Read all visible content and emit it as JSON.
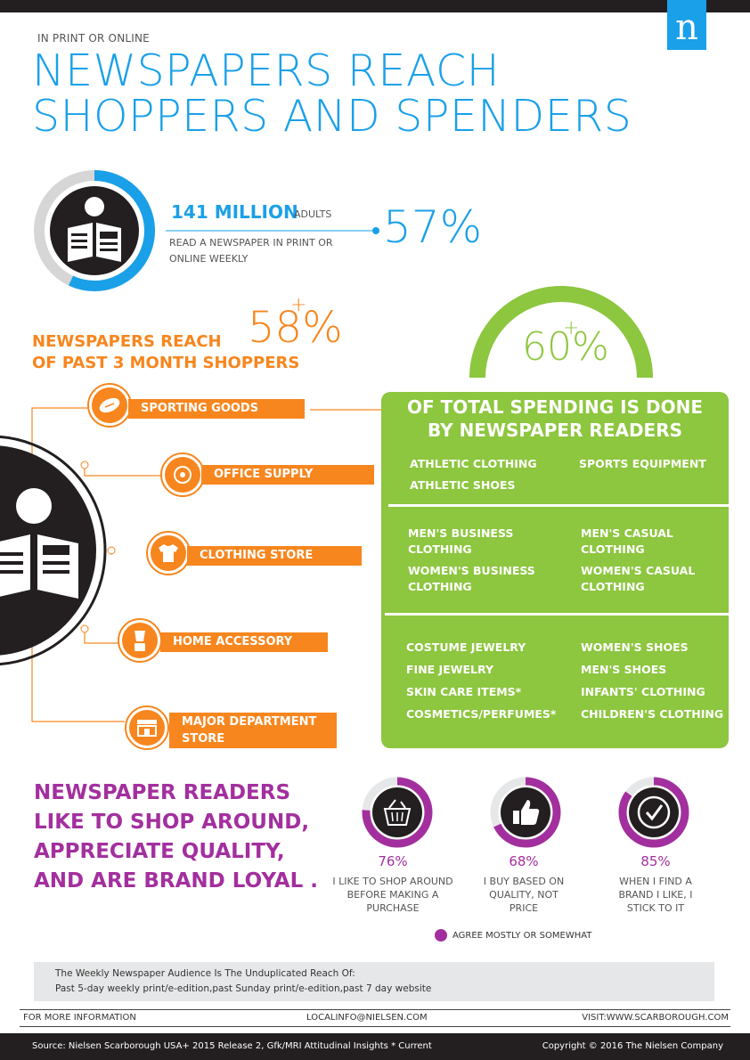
{
  "logo": "n",
  "header": {
    "eyebrow": "IN PRINT OR ONLINE",
    "title_line1": "NEWSPAPERS REACH",
    "title_line2": "SHOPPERS AND SPENDERS"
  },
  "reach": {
    "adults_number": "141 MILLION",
    "adults_label": "ADULTS",
    "description": "READ A NEWSPAPER IN PRINT OR ONLINE WEEKLY",
    "percent": "57%",
    "percent_value": 57
  },
  "shoppers": {
    "heading_part1": "NEWSPAPERS REACH",
    "heading_part2": "OF PAST 3 MONTH SHOPPERS",
    "percent": "58%",
    "plus": "+",
    "categories": [
      {
        "label": "SPORTING  GOODS",
        "icon": "football-icon"
      },
      {
        "label": "OFFICE SUPPLY",
        "icon": "target-icon"
      },
      {
        "label": "CLOTHING STORE",
        "icon": "tshirt-icon"
      },
      {
        "label": "HOME ACCESSORY",
        "icon": "blender-icon"
      },
      {
        "label": "MAJOR DEPARTMENT STORE",
        "icon": "storefront-icon"
      }
    ]
  },
  "spending": {
    "percent": "60%",
    "plus": "+",
    "percent_value": 60,
    "heading_line1": "OF TOTAL SPENDING IS DONE",
    "heading_line2": "BY NEWSPAPER READERS",
    "group1": {
      "left": [
        "ATHLETIC CLOTHING",
        "ATHLETIC SHOES"
      ],
      "right": [
        "SPORTS EQUIPMENT"
      ]
    },
    "group2": {
      "left": [
        "MEN'S BUSINESS CLOTHING",
        "WOMEN'S BUSINESS CLOTHING"
      ],
      "right": [
        "MEN'S CASUAL CLOTHING",
        "WOMEN'S CASUAL CLOTHING"
      ]
    },
    "group3": {
      "left": [
        "COSTUME JEWELRY",
        "FINE JEWELRY",
        "SKIN CARE ITEMS*",
        "COSMETICS/PERFUMES*"
      ],
      "right": [
        "WOMEN'S SHOES",
        "MEN'S SHOES",
        "INFANTS' CLOTHING",
        "CHILDREN'S CLOTHING"
      ]
    }
  },
  "attitudes": {
    "heading": [
      "NEWSPAPER READERS",
      "LIKE TO SHOP AROUND,",
      "APPRECIATE QUALITY,",
      "AND ARE BRAND LOYAL ."
    ],
    "stats": [
      {
        "percent": "76%",
        "value": 76,
        "desc": "I LIKE TO SHOP AROUND BEFORE MAKING A PURCHASE",
        "icon": "basket-icon"
      },
      {
        "percent": "68%",
        "value": 68,
        "desc": "I BUY BASED ON QUALITY, NOT PRICE",
        "icon": "thumbs-up-icon"
      },
      {
        "percent": "85%",
        "value": 85,
        "desc": "WHEN I FIND A BRAND I LIKE, I STICK TO IT",
        "icon": "checkmark-icon"
      }
    ],
    "legend": "AGREE MOSTLY OR SOMEWHAT"
  },
  "note": {
    "line1": "The Weekly Newspaper Audience Is The Unduplicated Reach Of:",
    "line2": "Past 5-day weekly print/e-edition,past Sunday print/e-edition,past 7 day website"
  },
  "footer": {
    "more_info": "FOR MORE INFORMATION",
    "email": "LOCALINFO@NIELSEN.COM",
    "visit": "VISIT:WWW.SCARBOROUGH.COM",
    "source": "Source: Nielsen Scarborough USA+ 2015 Release 2, Gfk/MRI Attitudinal Insights * Current",
    "copyright": "Copyright © 2016 The Nielsen Company"
  },
  "colors": {
    "blue": "#1aa0e8",
    "orange": "#f7861e",
    "green": "#8dc63f",
    "purple": "#a32f9e",
    "dark": "#231f20"
  }
}
